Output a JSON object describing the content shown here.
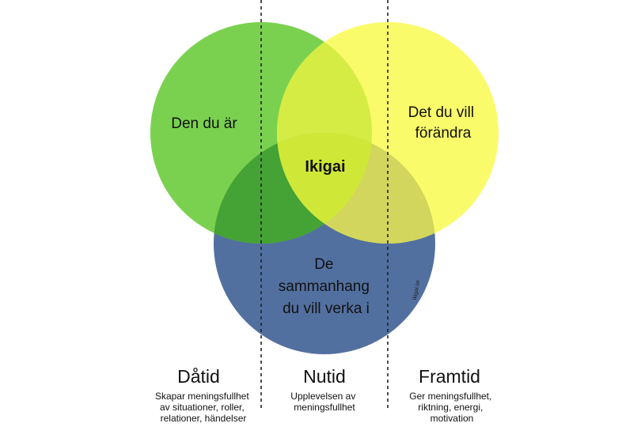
{
  "colors": {
    "green": "#7ad14f",
    "yellow": "#fafb6a",
    "blue": "#52709f",
    "overlap_green_yellow": "#d4ec43",
    "overlap_green_blue": "#45a234",
    "overlap_yellow_blue": "#d2d65c",
    "center": "#cfe838",
    "divider": "#222222"
  },
  "circles": {
    "green": {
      "label_lines": [
        "Den du är"
      ]
    },
    "yellow": {
      "label_lines": [
        "Det du vill",
        "förändra"
      ]
    },
    "blue": {
      "label_lines": [
        "De",
        "sammanhang",
        "du vill verka i"
      ]
    }
  },
  "center_label": "Ikigai",
  "watermark": "ikigai.se",
  "eras": [
    {
      "title": "Dåtid",
      "desc_lines": [
        "Skapar meningsfullhet",
        "av situationer, roller,",
        "relationer, händelser"
      ]
    },
    {
      "title": "Nutid",
      "desc_lines": [
        "Upplevelsen av",
        "meningsfullhet"
      ]
    },
    {
      "title": "Framtid",
      "desc_lines": [
        "Ger meningsfullhet,",
        "riktning, energi,",
        "motivation"
      ]
    }
  ]
}
